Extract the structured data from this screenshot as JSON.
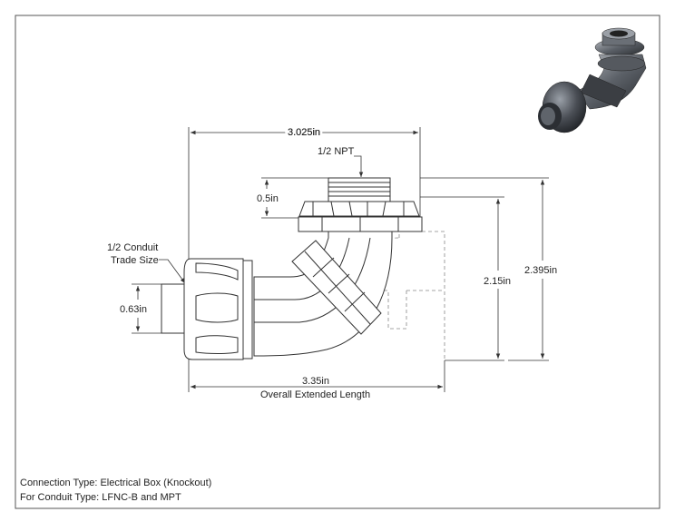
{
  "dimensions": {
    "overall_width": "3.025in",
    "thread": "1/2 NPT",
    "thread_height": "0.5in",
    "conduit_label_line1": "1/2 Conduit",
    "conduit_label_line2": "Trade Size",
    "conduit_diameter": "0.63in",
    "height_inner": "2.15in",
    "height_outer": "2.395in",
    "extended_length": "3.35in",
    "extended_length_caption": "Overall Extended Length"
  },
  "notes": {
    "connection_type": "Connection Type: Electrical Box (Knockout)",
    "conduit_type": "For Conduit Type: LFNC-B and MPT"
  },
  "colors": {
    "line": "#333333",
    "part_fill": "#ffffff",
    "render_dark": "#3a3d42",
    "render_mid": "#7b8088",
    "render_light": "#c9ccd1"
  }
}
